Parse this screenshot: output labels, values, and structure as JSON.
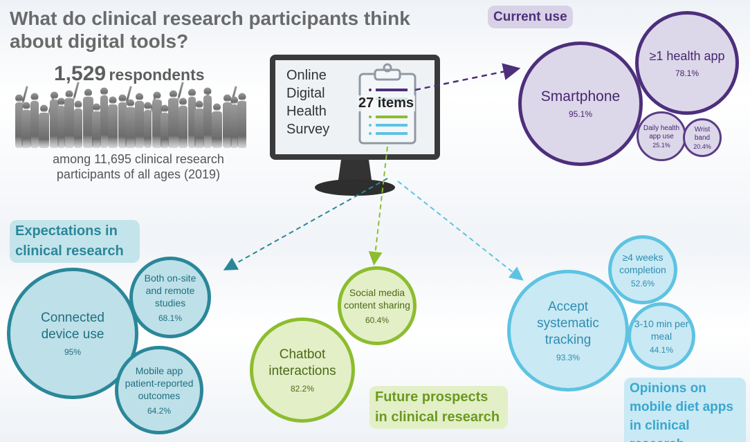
{
  "title": "What do clinical research participants think about digital tools?",
  "respondents": {
    "count": "1,529",
    "label": "respondents",
    "description": "among 11,695 clinical research participants of all ages (2019)"
  },
  "survey": {
    "name": "Online Digital Health Survey",
    "items": "27 items"
  },
  "colors": {
    "purple": "#4d2f7c",
    "teal": "#2a8799",
    "green": "#8cbd2e",
    "light_blue": "#5ec3e2",
    "title_gray": "#6a6a6a"
  },
  "current_use": {
    "heading": "Current use",
    "smartphone": {
      "label": "Smartphone",
      "value": "95.1%"
    },
    "health_app": {
      "label": "≥1 health app",
      "value": "78.1%"
    },
    "daily_app": {
      "label": "Daily health app use",
      "value": "25.1%"
    },
    "wrist_band": {
      "label": "Wrist band",
      "value": "20.4%"
    }
  },
  "expectations": {
    "heading": "Expectations in clinical research",
    "connected": {
      "label": "Connected device use",
      "value": "95%"
    },
    "onsite_remote": {
      "label": "Both on-site and remote studies",
      "value": "68.1%"
    },
    "mobile_pro": {
      "label": "Mobile app patient-reported outcomes",
      "value": "64.2%"
    }
  },
  "future": {
    "heading": "Future prospects in clinical research",
    "chatbot": {
      "label": "Chatbot interactions",
      "value": "82.2%"
    },
    "social": {
      "label": "Social media content sharing",
      "value": "60.4%"
    }
  },
  "diet_apps": {
    "heading": "Opinions on mobile diet apps in clinical research",
    "tracking": {
      "label": "Accept systematic tracking",
      "value": "93.3%"
    },
    "completion": {
      "label": "≥4 weeks completion",
      "value": "52.6%"
    },
    "per_meal": {
      "label": "3-10 min per meal",
      "value": "44.1%"
    }
  }
}
